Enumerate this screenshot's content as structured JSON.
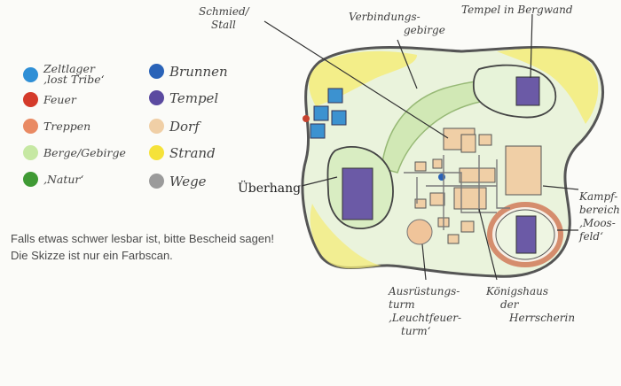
{
  "colors": {
    "zeltlager": "#2f8fd6",
    "feuer": "#d43a2a",
    "treppen": "#e98a63",
    "berge": "#c6e8a3",
    "natur": "#3f9a34",
    "brunnen": "#2a63b8",
    "tempel": "#5b4aa0",
    "dorf": "#f0cfa6",
    "strand": "#f5e23a",
    "wege": "#9b9b9b",
    "island_outline": "#555555"
  },
  "legend": {
    "left": [
      {
        "icon": "blue-dot-icon",
        "label": "Zeltlager",
        "label2": "‚lost Tribe‘",
        "color_key": "zeltlager"
      },
      {
        "icon": "red-dot-icon",
        "label": "Feuer",
        "color_key": "feuer"
      },
      {
        "icon": "salmon-dot-icon",
        "label": "Treppen",
        "color_key": "treppen"
      },
      {
        "icon": "lightgreen-dot-icon",
        "label": "Berge/Gebirge",
        "color_key": "berge"
      },
      {
        "icon": "green-dot-icon",
        "label": "‚Natur‘",
        "color_key": "natur"
      }
    ],
    "right": [
      {
        "icon": "darkblue-dot-icon",
        "label": "Brunnen",
        "color_key": "brunnen"
      },
      {
        "icon": "purple-dot-icon",
        "label": "Tempel",
        "color_key": "tempel"
      },
      {
        "icon": "beige-dot-icon",
        "label": "Dorf",
        "color_key": "dorf"
      },
      {
        "icon": "yellow-dot-icon",
        "label": "Strand",
        "color_key": "strand"
      },
      {
        "icon": "gray-dot-icon",
        "label": "Wege",
        "color_key": "wege"
      }
    ]
  },
  "note": {
    "line1": "Falls etwas schwer lesbar ist, bitte Bescheid sagen!",
    "line2": "Die Skizze ist nur ein Farbscan."
  },
  "labels": {
    "schmied_1": "Schmied/",
    "schmied_2": "Stall",
    "verbindung_1": "Verbindungs-",
    "verbindung_2": "gebirge",
    "tempel_berg": "Tempel in Bergwand",
    "ueberhang": "Überhang",
    "kampf_1": "Kampf-",
    "kampf_2": "bereich",
    "kampf_3": "‚Moos-",
    "kampf_4": "feld‘",
    "ausruestung_1": "Ausrüstungs-",
    "ausruestung_2": "turm",
    "ausruestung_3": "‚Leuchtfeuer-",
    "ausruestung_4": "turm‘",
    "koenig_1": "Königshaus",
    "koenig_2": "der",
    "koenig_3": "Herrscherin"
  }
}
